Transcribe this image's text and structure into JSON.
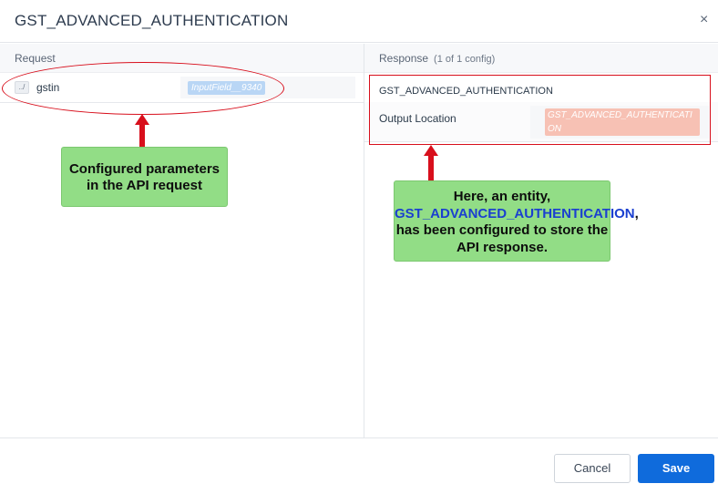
{
  "dialog": {
    "title": "GST_ADVANCED_AUTHENTICATION",
    "close_glyph": "×"
  },
  "request": {
    "header": "Request",
    "row": {
      "icon": "path-icon",
      "icon_text": "../",
      "label": "gstin",
      "value_chip": "InputField__9340"
    }
  },
  "response": {
    "header": "Response",
    "subheader": "(1 of 1 config)",
    "entity_name": "GST_ADVANCED_AUTHENTICATION",
    "output_label": "Output Location",
    "output_chip": "GST_ADVANCED_AUTHENTICATION"
  },
  "footer": {
    "cancel_label": "Cancel",
    "save_label": "Save"
  },
  "annotations": {
    "note1_line1": "Configured parameters",
    "note1_line2": "in the API request",
    "note2_part1": "Here, an entity,",
    "note2_highlight": "GST_ADVANCED_AUTHENTICATION",
    "note2_part2": ", has been configured to store the API response."
  },
  "colors": {
    "primary": "#0f6bdc",
    "annotation_red": "#d80f1c",
    "note_green": "#92dd86",
    "highlight_blue": "#1a3fd0",
    "chip_blue": "#b9d6f5",
    "chip_salmon": "#f7c1b4"
  }
}
